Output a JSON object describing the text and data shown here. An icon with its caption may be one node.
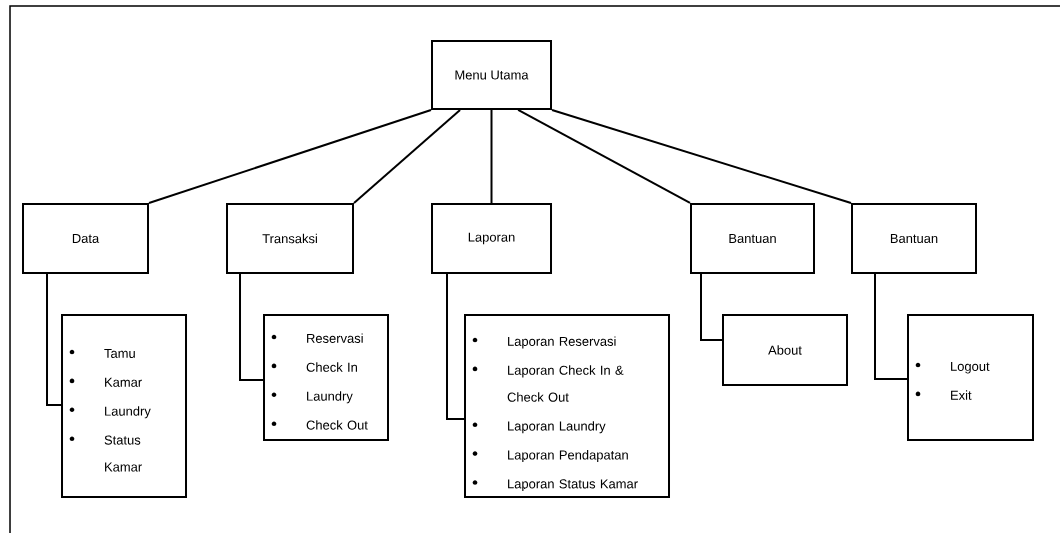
{
  "diagram": {
    "nodes": [
      {
        "text": [
          "Menu Utama"
        ]
      },
      {
        "text": [
          "Data"
        ]
      },
      {
        "text": [
          "Transaksi"
        ]
      },
      {
        "text": [
          "Laporan"
        ]
      },
      {
        "text": [
          "Bantuan"
        ]
      },
      {
        "text": [
          "Bantuan"
        ]
      },
      {
        "text": [
          "Tamu",
          "Kamar",
          "Laundry",
          "Status Kamar"
        ]
      },
      {
        "text": [
          "Reservasi",
          "Check In",
          "Laundry",
          "Check Out"
        ]
      },
      {
        "text": [
          "Laporan Reservasi",
          "Laporan Check In & Check Out",
          "Laporan Laundry",
          "Laporan Pendapatan",
          "Laporan Status Kamar"
        ]
      },
      {
        "text": [
          "About"
        ]
      },
      {
        "text": [
          "Logout",
          "Exit"
        ]
      }
    ],
    "edges": [
      {
        "from": 0,
        "to": 1,
        "arrow": "none"
      },
      {
        "from": 0,
        "to": 2,
        "arrow": "none"
      },
      {
        "from": 0,
        "to": 3,
        "arrow": "none"
      },
      {
        "from": 0,
        "to": 4,
        "arrow": "none"
      },
      {
        "from": 0,
        "to": 5,
        "arrow": "none"
      },
      {
        "from": 1,
        "to": 6,
        "arrow": "none"
      },
      {
        "from": 2,
        "to": 7,
        "arrow": "none"
      },
      {
        "from": 3,
        "to": 8,
        "arrow": "none"
      },
      {
        "from": 4,
        "to": 9,
        "arrow": "none"
      },
      {
        "from": 5,
        "to": 10,
        "arrow": "none"
      }
    ]
  }
}
